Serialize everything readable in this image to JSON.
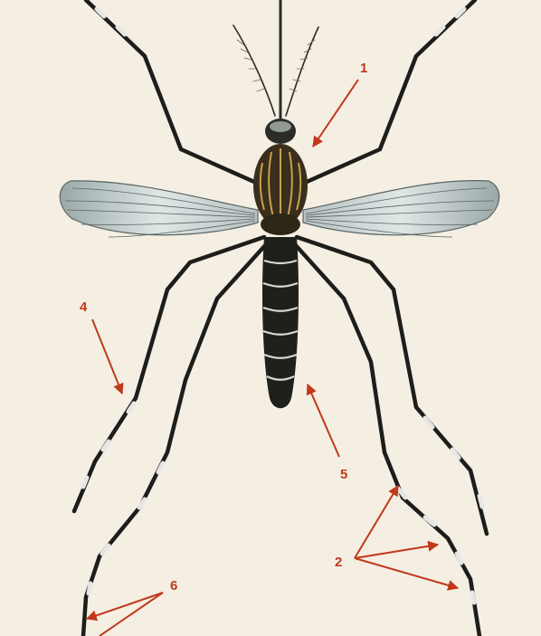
{
  "colors": {
    "background": "#f4efe2",
    "annotation": "#c0391b",
    "body_dark": "#1d1d1b",
    "body_brown": "#3a2e1c",
    "scale_gold": "#c9a050",
    "wing": "#c8d2d2",
    "leg_band": "#e6e6e6"
  },
  "labels": {
    "thorax": "1",
    "hind_legs": "2",
    "left_leg": "4",
    "abdomen": "5",
    "leg_tips": "6"
  }
}
